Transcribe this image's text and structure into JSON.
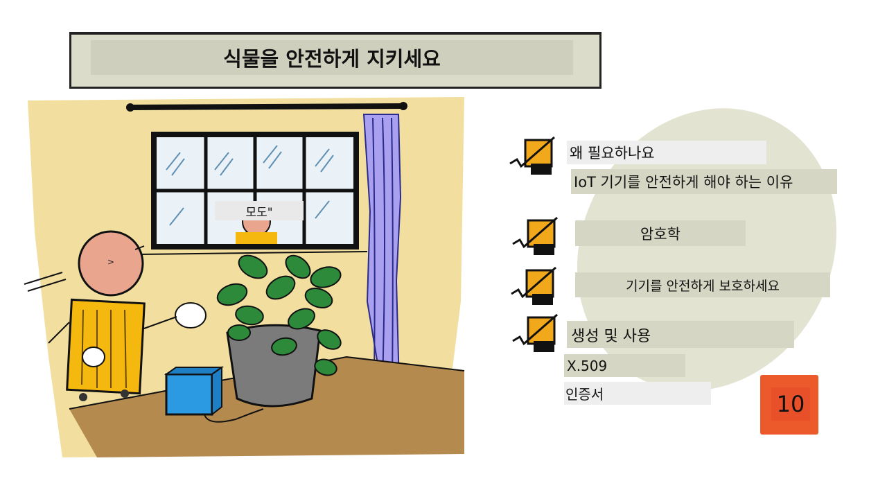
{
  "title": "식물을 안전하게 지키세요",
  "scene": {
    "window_label": "모도\"",
    "face_label": ">"
  },
  "checklist": [
    {
      "primary": "왜 필요하나요",
      "secondary": "IoT 기기를 안전하게 해야 하는 이유"
    },
    {
      "primary": "암호학"
    },
    {
      "primary": "기기를 안전하게 보호하세요"
    },
    {
      "primary": "생성 및 사용",
      "secondary": "X.509",
      "tertiary": "인증서"
    }
  ],
  "slide_number": "10",
  "colors": {
    "checkbox_fill": "#f2a81b",
    "title_banner": "#dcdccb",
    "wall": "#f2dfa0",
    "curtain": "#a9a1f0",
    "table": "#b48a4f",
    "shirt": "#f5b80f",
    "face": "#e9a58e",
    "pot": "#7b7b7b",
    "leaves": "#2c8a3a",
    "device": "#2b9ae3",
    "slide_number_bg": "#ec5a2b"
  },
  "icons": [
    "checkbox-check-icon"
  ]
}
